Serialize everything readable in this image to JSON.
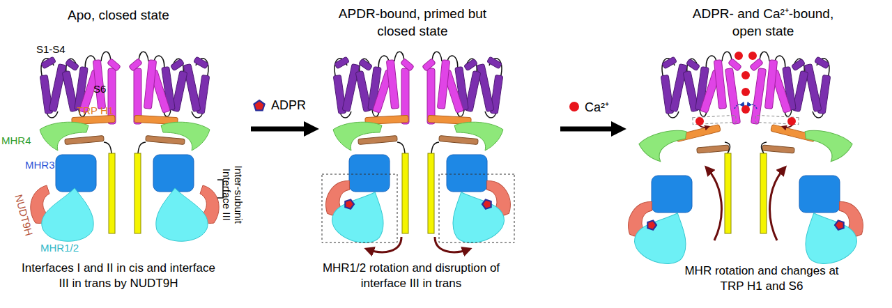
{
  "diagram": {
    "nodes": [
      {
        "text": [
          "Apo, closed state",
          "Interfaces I and II in cis and interface III in trans by NUDT9H"
        ]
      },
      {
        "text": [
          "APDR-bound, primed but closed state",
          "MHR1/2 rotation and disruption of interface III in trans"
        ]
      },
      {
        "text": [
          "ADPR- and Ca²⁺-bound, open state",
          "MHR rotation and changes at TRP H1 and S6"
        ]
      }
    ],
    "edges": [
      {
        "from": 0,
        "to": 1,
        "label": "ADPR",
        "arrow": "to"
      },
      {
        "from": 1,
        "to": 2,
        "label": "Ca²⁺",
        "arrow": "to"
      }
    ],
    "labels": [
      "S1-S4",
      "S6",
      "TRP H1",
      "MHR4",
      "MHR3",
      "NUDT9H",
      "MHR1/2",
      "Inter-subunit Interface III"
    ]
  }
}
